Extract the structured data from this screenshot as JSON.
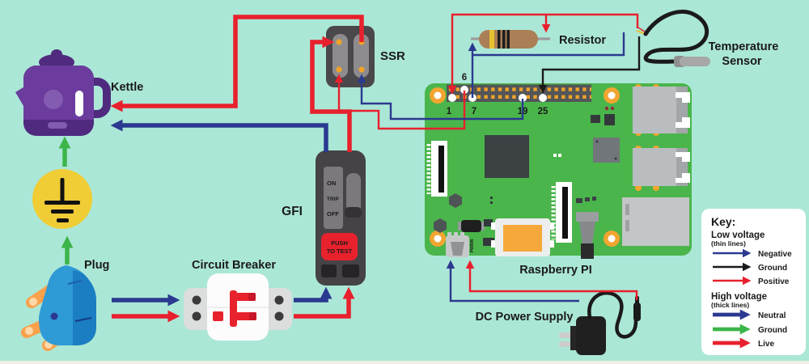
{
  "labels": {
    "kettle": "Kettle",
    "ssr": "SSR",
    "resistor": "Resistor",
    "temperature_sensor_line1": "Temperature",
    "temperature_sensor_line2": "Sensor",
    "gfi": "GFI",
    "circuit_breaker": "Circuit Breaker",
    "plug": "Plug",
    "raspberry_pi": "Raspberry PI",
    "dc_power_supply": "DC Power Supply"
  },
  "gfi": {
    "switch": [
      "ON",
      "TRIP",
      "OFF"
    ],
    "button_line1": "PUSH",
    "button_line2": "TO TEST"
  },
  "rpi": {
    "pins": [
      "1",
      "6",
      "7",
      "19",
      "25"
    ],
    "power_port_label": "PWRIN"
  },
  "key": {
    "title": "Key:",
    "low_voltage": {
      "heading": "Low voltage",
      "subheading": "(thin lines)",
      "entries": [
        {
          "label": "Negative",
          "color": "#2b3990"
        },
        {
          "label": "Ground",
          "color": "#1a1a1a"
        },
        {
          "label": "Positive",
          "color": "#e8202d"
        }
      ]
    },
    "high_voltage": {
      "heading": "High voltage",
      "subheading": "(thick lines)",
      "entries": [
        {
          "label": "Neutral",
          "color": "#2b3990"
        },
        {
          "label": "Ground",
          "color": "#3cb54a"
        },
        {
          "label": "Live",
          "color": "#e8202d"
        }
      ]
    }
  },
  "colors": {
    "background": "#abe7d6",
    "wire_negative": "#2b3990",
    "wire_ground_low": "#1a1a1a",
    "wire_positive": "#e8202d",
    "wire_neutral": "#2b3990",
    "wire_ground_high": "#3cb54a",
    "wire_live": "#e8202d",
    "board_green": "#4ab54b",
    "kettle_purple": "#6b3c9d",
    "plug_blue": "#2e9ad6",
    "ground_symbol_yellow": "#f0cc35"
  }
}
